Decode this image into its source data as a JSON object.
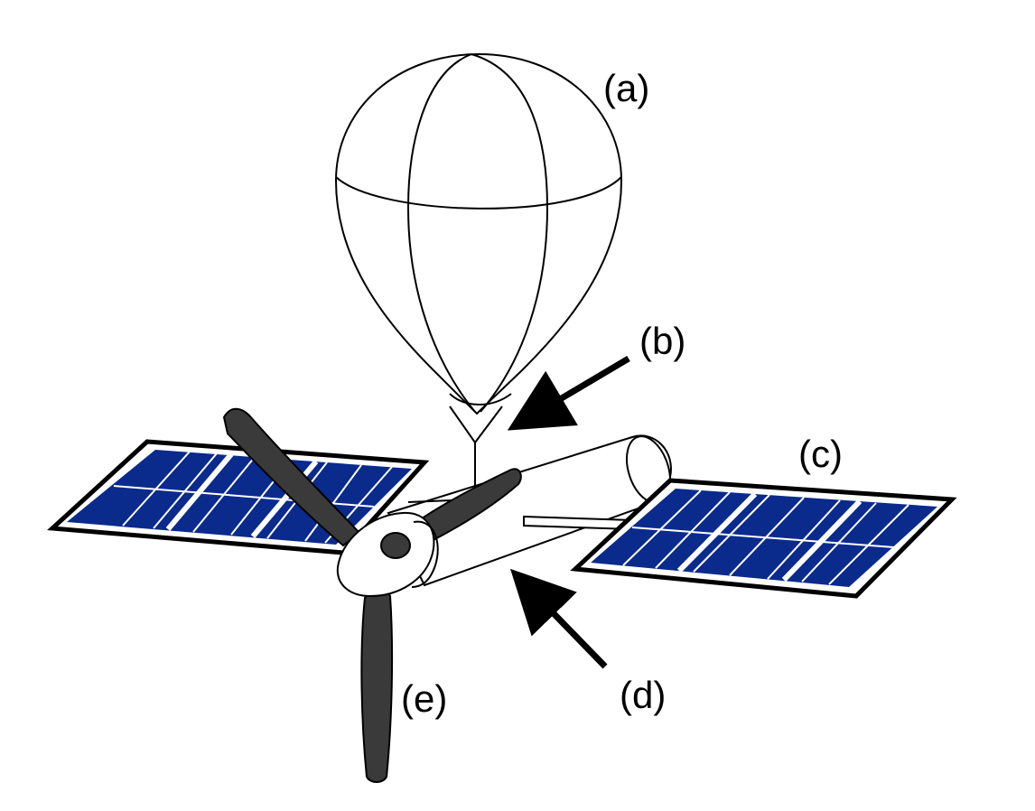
{
  "labels": {
    "a": "(a)",
    "b": "(b)",
    "c": "(c)",
    "d": "(d)",
    "e": "(e)"
  },
  "colors": {
    "panel_cell": "#0a2a8c",
    "panel_frame": "#000000",
    "blade": "#3a3a3a",
    "outline": "#000000",
    "background": "#ffffff"
  },
  "icons": {
    "balloon": "balloon-icon",
    "solar_panel": "solar-panel-icon",
    "rotor_blade": "rotor-blade-icon",
    "fuselage": "fuselage-icon",
    "arrow": "arrow-icon"
  }
}
